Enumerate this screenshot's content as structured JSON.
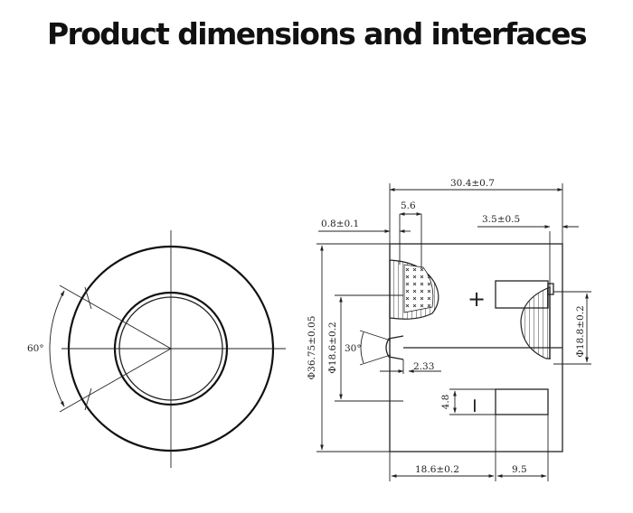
{
  "title": "Product dimensions and interfaces",
  "front_view": {
    "angle_label": "60°"
  },
  "side_view": {
    "overall_length": "30.4±0.7",
    "recess_width": "5.6",
    "lip_thickness": "0.8±0.1",
    "end_offset": "3.5±0.5",
    "outer_diameter": "Φ36.75±0.05",
    "inner_diameter": "Φ18.6±0.2",
    "cone_angle": "30°",
    "tip_length": "2.33",
    "right_diameter": "Φ18.8±0.2",
    "terminal_height": "4.8",
    "bore_depth": "18.6±0.2",
    "terminal_length": "9.5",
    "plus_mark": "+",
    "minus_mark": "−"
  }
}
